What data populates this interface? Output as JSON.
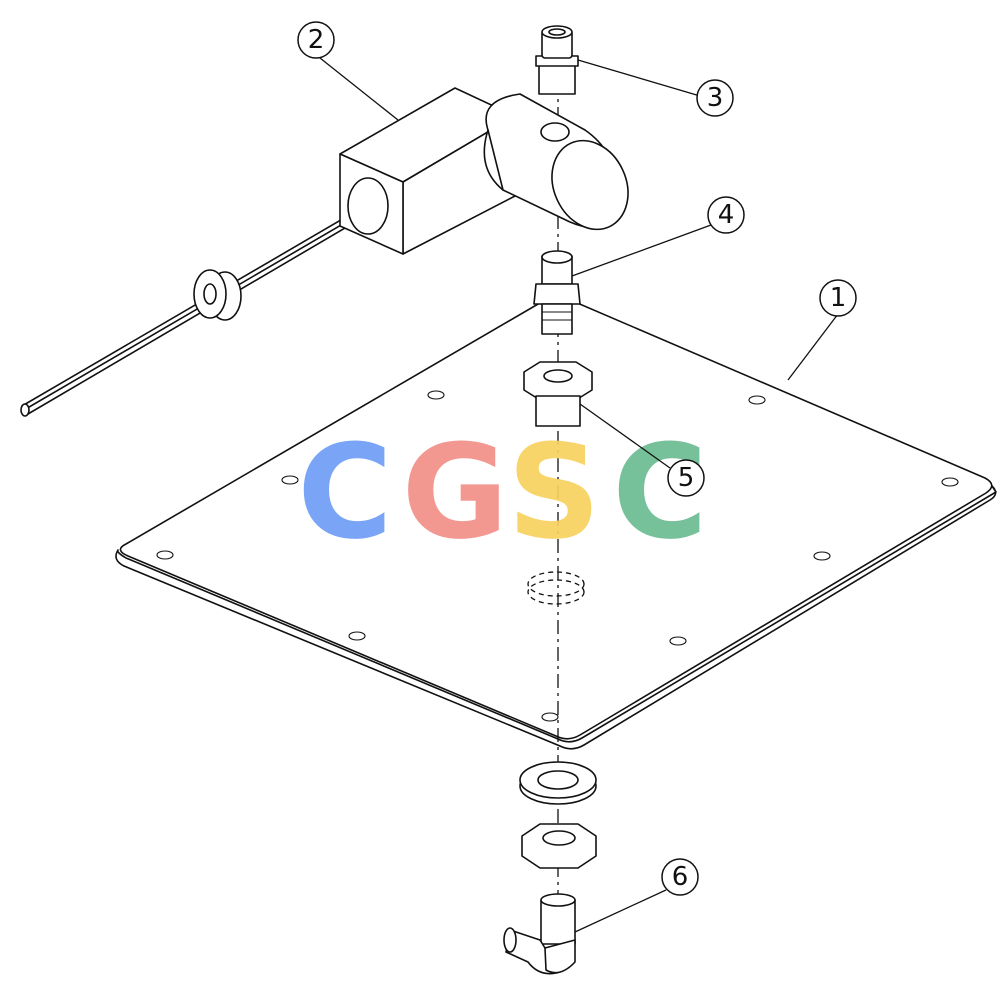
{
  "callouts": [
    {
      "id": "1",
      "label": "1"
    },
    {
      "id": "2",
      "label": "2"
    },
    {
      "id": "3",
      "label": "3"
    },
    {
      "id": "4",
      "label": "4"
    },
    {
      "id": "5",
      "label": "5"
    },
    {
      "id": "6",
      "label": "6"
    }
  ],
  "watermark": {
    "letters": [
      "C",
      "G",
      "S",
      "C"
    ],
    "colors": [
      "#6f9ef7",
      "#f29088",
      "#f8d25e",
      "#6cbc92"
    ]
  }
}
